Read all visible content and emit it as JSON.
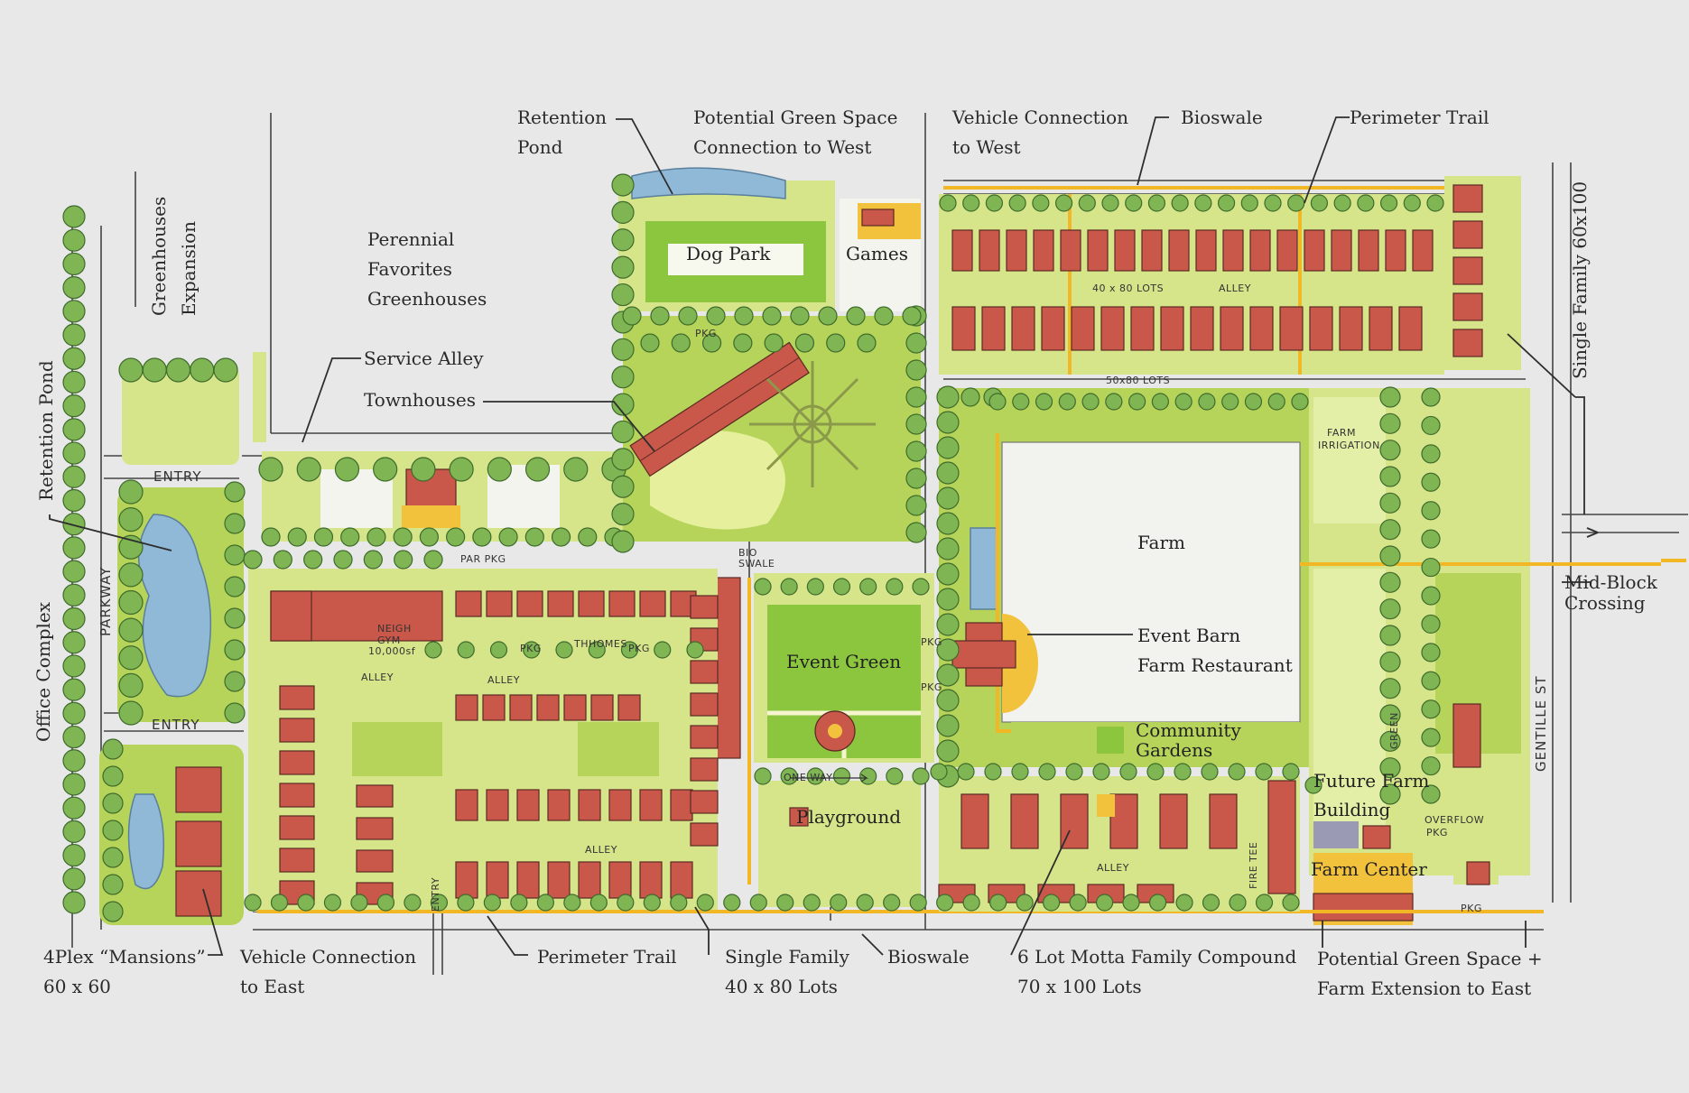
{
  "labels": {
    "greenhouses_expansion": [
      "Greenhouses",
      "Expansion"
    ],
    "retention_pond_west": "Retention Pond",
    "office_complex": "Office Complex",
    "perennial_favorites": [
      "Perennial",
      "Favorites",
      "Greenhouses"
    ],
    "service_alley": "Service Alley",
    "townhouses": "Townhouses",
    "retention_pond_north": [
      "Retention",
      "Pond"
    ],
    "potential_green_west": [
      "Potential Green Space",
      "Connection to West"
    ],
    "vehicle_connection_west": [
      "Vehicle Connection",
      "to West"
    ],
    "bioswale_north": "Bioswale",
    "perimeter_trail_north": "Perimeter Trail",
    "single_family_60x100": "Single Family 60x100",
    "dog_park": "Dog Park",
    "games": "Games",
    "farm": "Farm",
    "event_barn": [
      "Event Barn",
      "Farm Restaurant"
    ],
    "event_green": "Event Green",
    "community_gardens": [
      "Community",
      "Gardens"
    ],
    "future_farm_building": [
      "Future Farm",
      "Building"
    ],
    "farm_center": "Farm Center",
    "playground": "Playground",
    "mid_block_crossing": [
      "Mid-Block",
      "Crossing"
    ],
    "fourplex": [
      "4Plex “Mansions”",
      "60 x 60"
    ],
    "vehicle_connection_east": [
      "Vehicle Connection",
      "to East"
    ],
    "perimeter_trail_south": "Perimeter Trail",
    "single_family_40x80": [
      "Single Family",
      "40 x 80 Lots"
    ],
    "bioswale_south": "Bioswale",
    "motta_compound": [
      "6 Lot Motta Family Compound",
      "70 x 100 Lots"
    ],
    "potential_green_east": [
      "Potential Green Space +",
      "Farm Extension to East"
    ]
  },
  "handwritten": {
    "entry_top": "ENTRY",
    "entry_bottom": "ENTRY",
    "parkway": "PARKWAY",
    "gentille_st": "GENTILLE ST",
    "lots_40x80": "40 x 80 LOTS",
    "alley_north": "ALLEY",
    "lots_50x80": "50x80 LOTS",
    "farm_irrigation": [
      "FARM",
      "IRRIGATION"
    ],
    "pkg": "PKG",
    "par_pkg": "PAR PKG",
    "bio_swale": [
      "BIO",
      "SWALE"
    ],
    "neigh_gym": [
      "NEIGH",
      "GYM",
      "10,000sf"
    ],
    "thhomes": "THHOMES",
    "alley": "ALLEY",
    "one_way": "ONE WAY",
    "fire_tee": "FIRE TEE",
    "overflow_pkg": [
      "OVERFLOW",
      "PKG"
    ],
    "green": "GREEN",
    "entry_vert": "ENTRY"
  },
  "colors": {
    "background": "#e7e8e7",
    "lawn": "#d6e58a",
    "green": "#b7d45a",
    "bright_green": "#8cc63f",
    "tree": "#6fa84a",
    "house_roof": "#c9574a",
    "trail": "#f2b724",
    "water": "#8fb9d6"
  }
}
